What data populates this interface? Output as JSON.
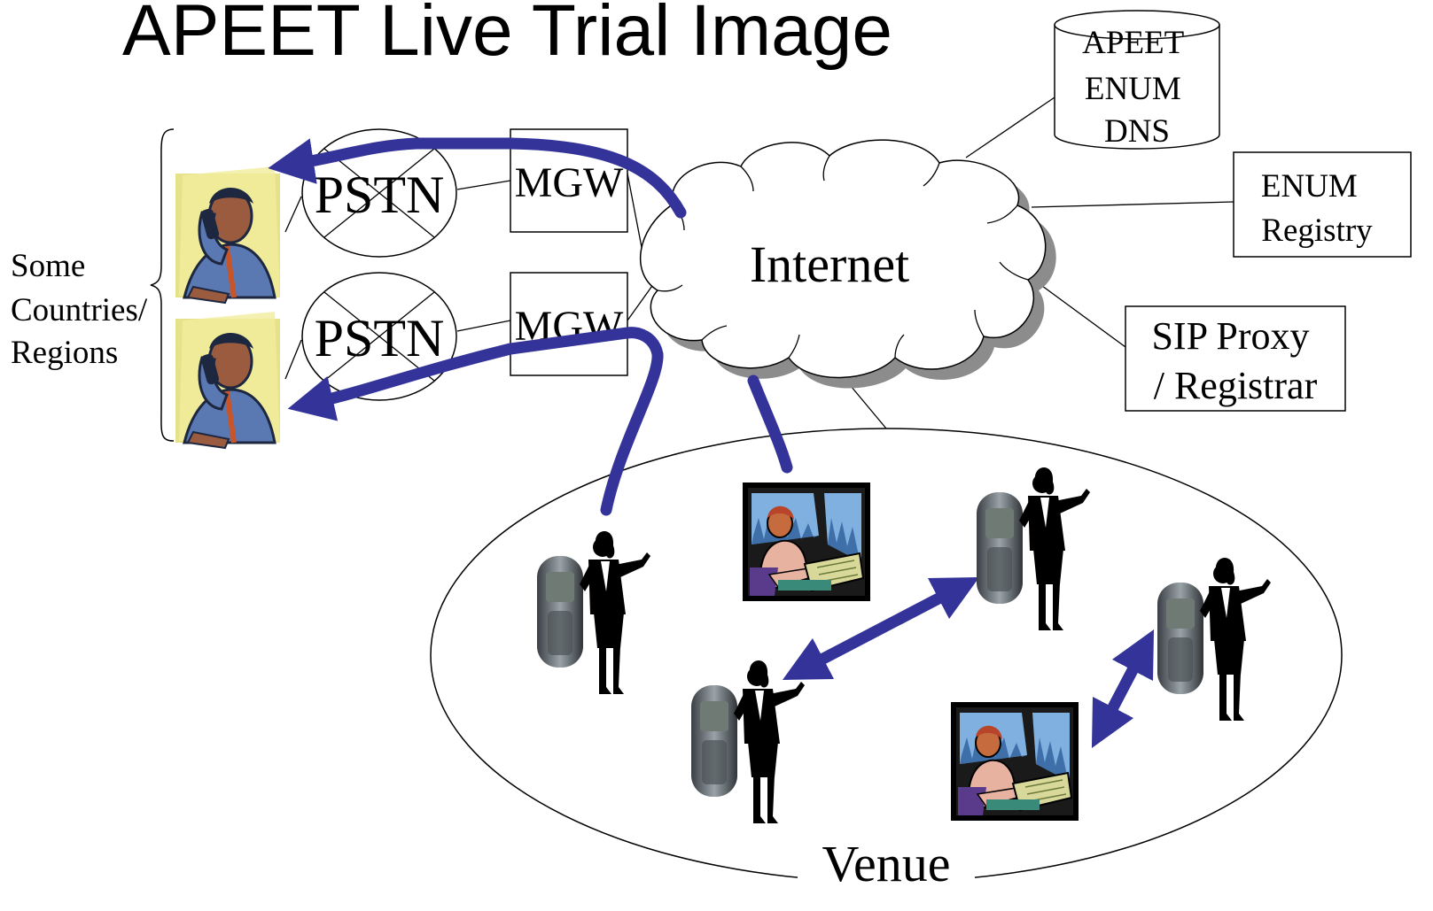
{
  "title": "APEET Live Trial Image",
  "left_group_label": [
    "Some",
    "Countries/",
    "Regions"
  ],
  "pstn_label": "PSTN",
  "mgw_label": "MGW",
  "internet_label": "Internet",
  "apeet_enum_dns": [
    "APEET",
    "ENUM",
    "DNS"
  ],
  "enum_registry": [
    "ENUM",
    "Registry"
  ],
  "sip_proxy": [
    "SIP Proxy",
    "/ Registrar"
  ],
  "venue_label": "Venue",
  "colors": {
    "arrow": "#333399",
    "line": "#000000",
    "cloud_shadow": "#8c8c8c",
    "clipart_yellow": "#e6e28a",
    "clipart_blue": "#4a6aa8"
  },
  "icons": [
    "man-on-phone-clipart",
    "woman-with-cellphone-clipart",
    "operator-at-console-clipart",
    "crossed-out-icon"
  ]
}
